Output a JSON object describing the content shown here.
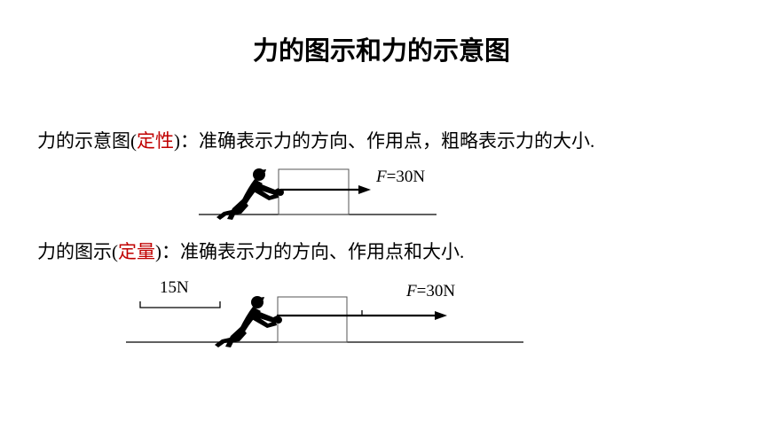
{
  "title": "力的图示和力的示意图",
  "schematic": {
    "prefix": "力的示意图",
    "paren_open": "(",
    "keyword": "定性",
    "paren_close": ")",
    "rest": "：准确表示力的方向、作用点，粗略表示力的大小",
    "period": ".",
    "force_symbol": "F",
    "force_value": "=30N"
  },
  "graphic": {
    "prefix": "力的图示",
    "paren_open": "(",
    "keyword": "定量",
    "paren_close": ")",
    "rest": "：准确表示力的方向、作用点和大小",
    "period": ".",
    "scale_label": "15N",
    "force_symbol": "F",
    "force_value": "=30N"
  },
  "colors": {
    "keyword": "#c00000",
    "text": "#000000"
  }
}
